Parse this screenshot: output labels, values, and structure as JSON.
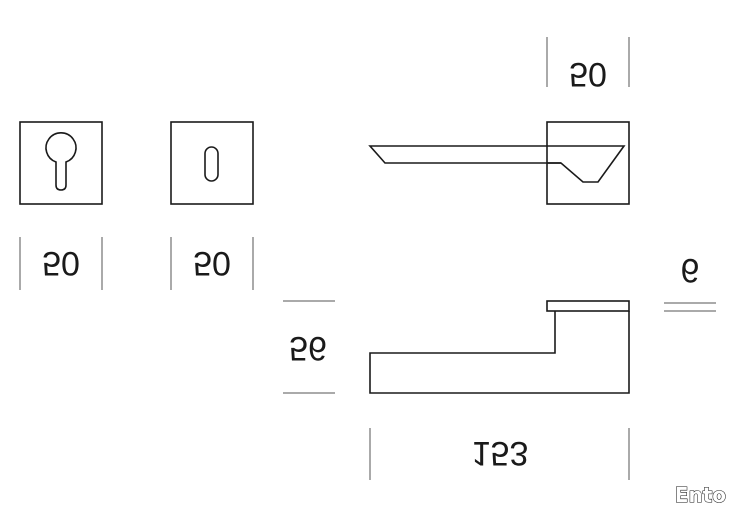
{
  "dimensions": {
    "rose_width_top": "50",
    "escutcheon_euro_width": "50",
    "escutcheon_key_width": "50",
    "handle_height": "56",
    "rose_thickness": "6",
    "handle_length": "153"
  },
  "brand": {
    "name": "Ento"
  },
  "colors": {
    "line": "#1a1a1a",
    "background": "#ffffff"
  }
}
